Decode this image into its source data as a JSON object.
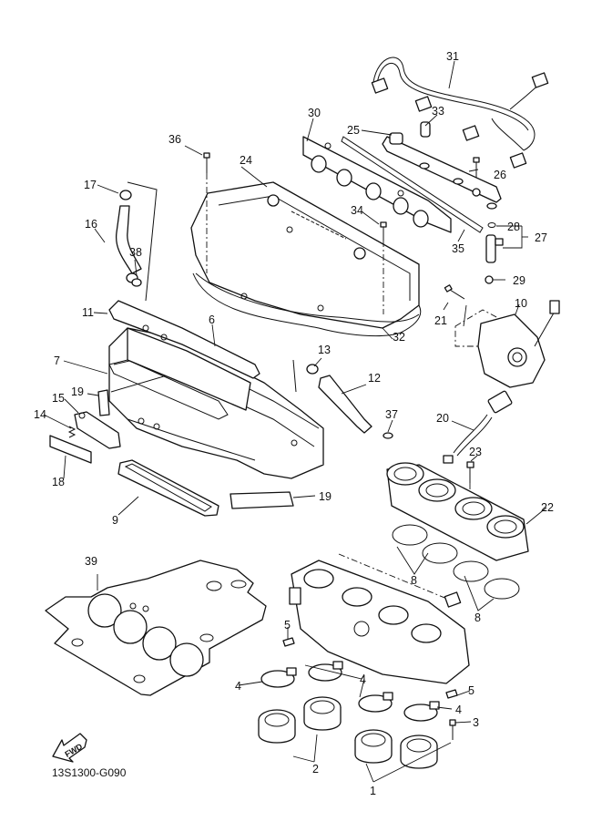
{
  "diagram": {
    "title": "Intake / Throttle Body Exploded Parts View",
    "drawing_code": "13S1300-G090",
    "direction_marker": {
      "label": "FWD",
      "icon": "forward-arrow-icon"
    },
    "colors": {
      "line": "#111111",
      "background": "#ffffff"
    },
    "callouts": [
      {
        "id": "c1",
        "num": "1"
      },
      {
        "id": "c2",
        "num": "2"
      },
      {
        "id": "c3",
        "num": "3"
      },
      {
        "id": "c4a",
        "num": "4"
      },
      {
        "id": "c4b",
        "num": "4"
      },
      {
        "id": "c4c",
        "num": "4"
      },
      {
        "id": "c5a",
        "num": "5"
      },
      {
        "id": "c5b",
        "num": "5"
      },
      {
        "id": "c6",
        "num": "6"
      },
      {
        "id": "c7",
        "num": "7"
      },
      {
        "id": "c8a",
        "num": "8"
      },
      {
        "id": "c8b",
        "num": "8"
      },
      {
        "id": "c9",
        "num": "9"
      },
      {
        "id": "c10",
        "num": "10"
      },
      {
        "id": "c11",
        "num": "11"
      },
      {
        "id": "c12",
        "num": "12"
      },
      {
        "id": "c13",
        "num": "13"
      },
      {
        "id": "c14",
        "num": "14"
      },
      {
        "id": "c15",
        "num": "15"
      },
      {
        "id": "c16",
        "num": "16"
      },
      {
        "id": "c17",
        "num": "17"
      },
      {
        "id": "c18",
        "num": "18"
      },
      {
        "id": "c19a",
        "num": "19"
      },
      {
        "id": "c19b",
        "num": "19"
      },
      {
        "id": "c20",
        "num": "20"
      },
      {
        "id": "c21",
        "num": "21"
      },
      {
        "id": "c22",
        "num": "22"
      },
      {
        "id": "c23",
        "num": "23"
      },
      {
        "id": "c24",
        "num": "24"
      },
      {
        "id": "c25",
        "num": "25"
      },
      {
        "id": "c26",
        "num": "26"
      },
      {
        "id": "c27",
        "num": "27"
      },
      {
        "id": "c28",
        "num": "28"
      },
      {
        "id": "c29",
        "num": "29"
      },
      {
        "id": "c30",
        "num": "30"
      },
      {
        "id": "c31",
        "num": "31"
      },
      {
        "id": "c32",
        "num": "32"
      },
      {
        "id": "c33",
        "num": "33"
      },
      {
        "id": "c34",
        "num": "34"
      },
      {
        "id": "c35",
        "num": "35"
      },
      {
        "id": "c36",
        "num": "36"
      },
      {
        "id": "c37",
        "num": "37"
      },
      {
        "id": "c38",
        "num": "38"
      },
      {
        "id": "c39",
        "num": "39"
      }
    ]
  }
}
